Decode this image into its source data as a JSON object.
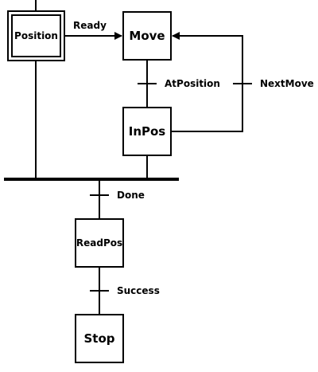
{
  "diagram_type": "sequential function chart",
  "steps": {
    "position": {
      "label": "Position",
      "initial": true
    },
    "move": {
      "label": "Move"
    },
    "inpos": {
      "label": "InPos"
    },
    "readpos": {
      "label": "ReadPos"
    },
    "stop": {
      "label": "Stop"
    }
  },
  "transitions": {
    "ready": {
      "label": "Ready",
      "from": "Position",
      "to": "Move"
    },
    "at_position": {
      "label": "AtPosition",
      "from": "Move",
      "to": "InPos"
    },
    "next_move": {
      "label": "NextMove",
      "from": "InPos",
      "to": "Move"
    },
    "done": {
      "label": "Done",
      "from": "Position + InPos",
      "to": "ReadPos"
    },
    "success": {
      "label": "Success",
      "from": "ReadPos",
      "to": "Stop"
    }
  },
  "colors": {
    "line": "#000000",
    "background": "#ffffff"
  }
}
